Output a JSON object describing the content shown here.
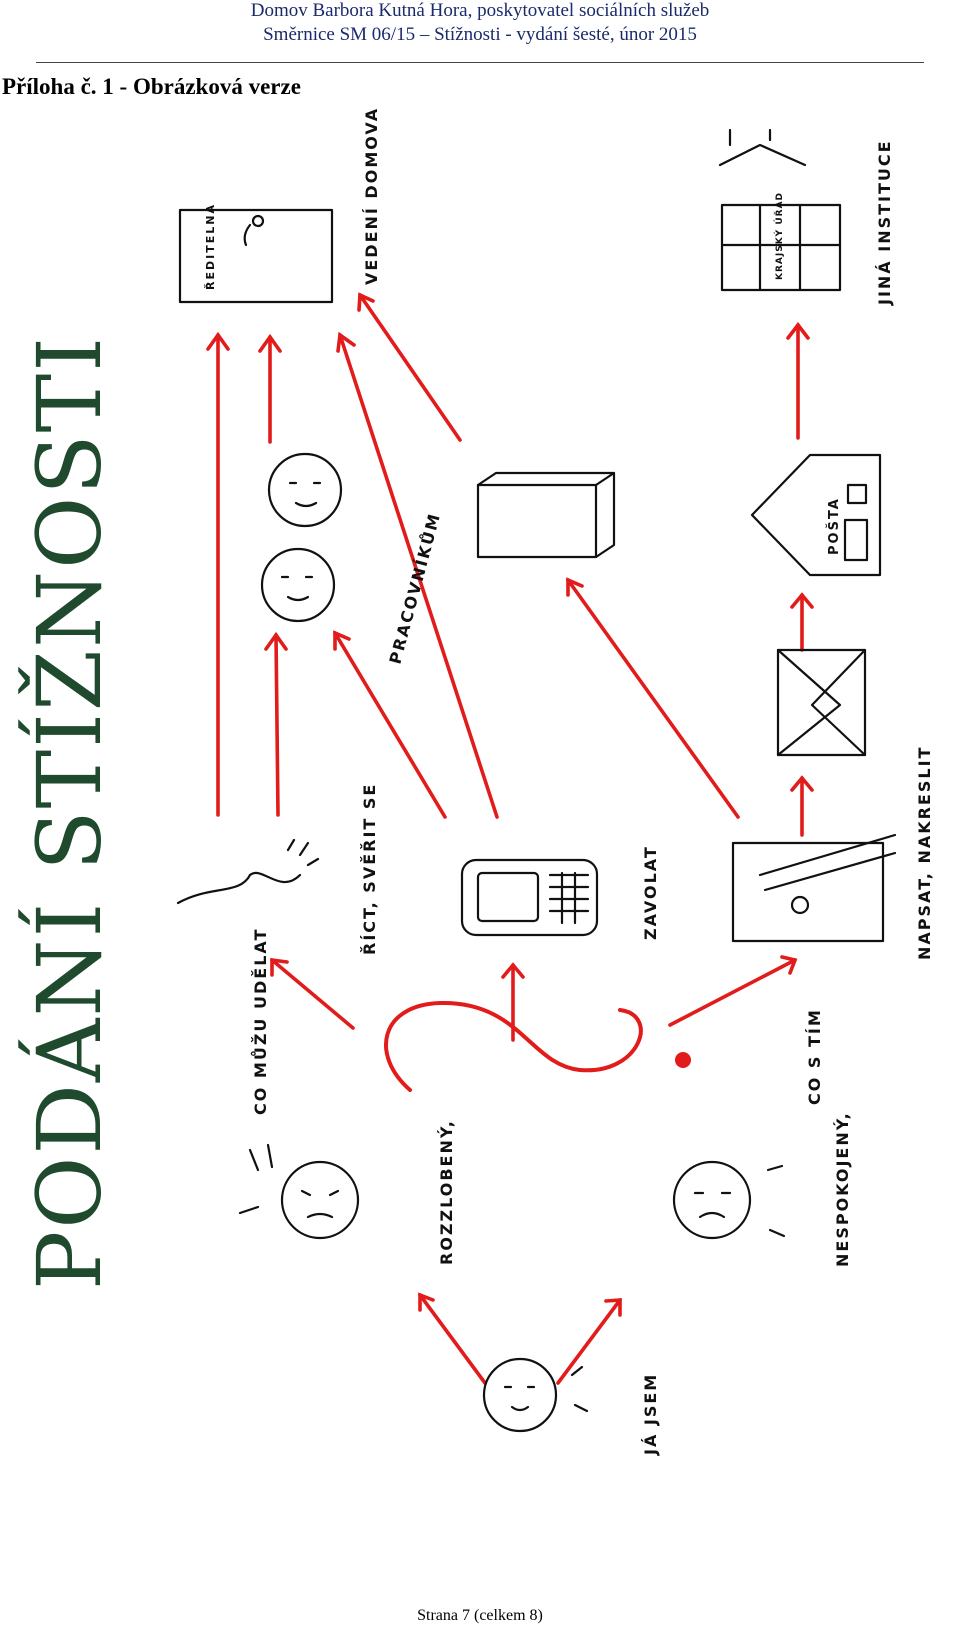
{
  "header": {
    "line1": "Domov Barbora Kutná Hora, poskytovatel sociálních služeb",
    "line2": "Směrnice SM 06/15 – Stížnosti - vydání šesté, únor 2015"
  },
  "attachment_title": "Příloha č. 1 -  Obrázková verze",
  "picture": {
    "title": "PODÁNÍ STÍŽNOSTI",
    "labels": {
      "ja_jsem": "JÁ JSEM",
      "rozzlobeny": "ROZZLOBENÝ,",
      "nespokojeny": "NESPOKOJENÝ,",
      "co_muzu_udelat": "CO MŮŽU UDĚLAT",
      "co_s_tim": "CO S TÍM",
      "rict": "ŘÍCT, SVĚŘIT SE",
      "zavolat": "ZAVOLAT",
      "napsat": "NAPSAT, NAKRESLIT",
      "pracovnikum": "PRACOVNÍKŮM",
      "vedeni_domova": "VEDENÍ DOMOVA",
      "jina_instituce": "JINÁ INSTITUCE",
      "reditelna": "ŘEDITELNA",
      "posta": "POŠTA",
      "krajsky_urad": "KRAJSKÝ ÚŘAD"
    }
  },
  "footer": "Strana 7 (celkem 8)",
  "colors": {
    "arrow": "#e21b1b",
    "title": "#1f4a2e",
    "header": "#1a2a6c"
  }
}
